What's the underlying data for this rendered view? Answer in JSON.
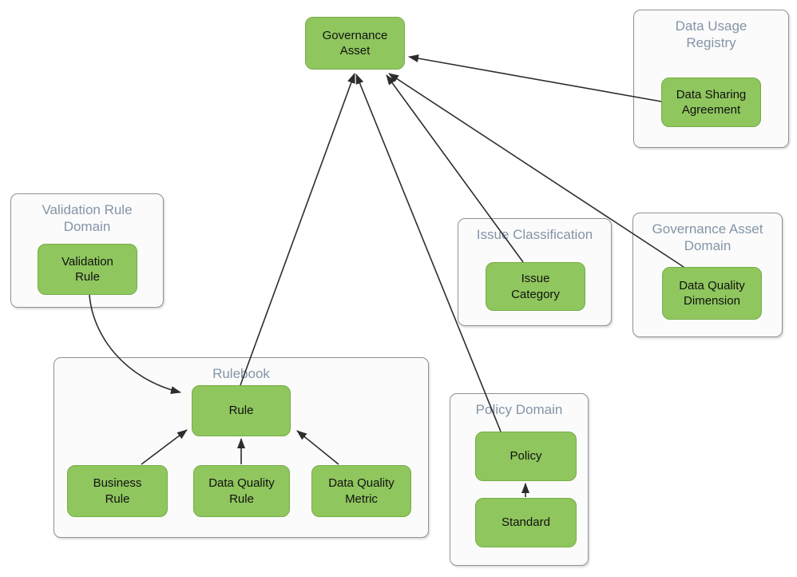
{
  "colors": {
    "node_fill": "#8fc65e",
    "node_border": "#77ad48",
    "node_text": "#111111",
    "group_fill": "#fbfbfb",
    "group_border": "#919191",
    "group_title_text": "#8494a6",
    "edge": "#2d2d2d"
  },
  "diagram": {
    "groups": [
      {
        "id": "data-usage-registry",
        "title": "Data Usage\nRegistry"
      },
      {
        "id": "validation-rule-domain",
        "title": "Validation Rule\nDomain"
      },
      {
        "id": "rulebook",
        "title": "Rulebook"
      },
      {
        "id": "issue-classification",
        "title": "Issue Classification"
      },
      {
        "id": "governance-asset-domain",
        "title": "Governance Asset\nDomain"
      },
      {
        "id": "policy-domain",
        "title": "Policy Domain"
      }
    ],
    "nodes": [
      {
        "id": "governance-asset",
        "label": "Governance\nAsset"
      },
      {
        "id": "data-sharing-agreement",
        "label": "Data Sharing\nAgreement"
      },
      {
        "id": "validation-rule",
        "label": "Validation\nRule"
      },
      {
        "id": "rule",
        "label": "Rule"
      },
      {
        "id": "business-rule",
        "label": "Business\nRule"
      },
      {
        "id": "data-quality-rule",
        "label": "Data Quality\nRule"
      },
      {
        "id": "data-quality-metric",
        "label": "Data Quality\nMetric"
      },
      {
        "id": "issue-category",
        "label": "Issue\nCategory"
      },
      {
        "id": "data-quality-dimension",
        "label": "Data Quality\nDimension"
      },
      {
        "id": "policy",
        "label": "Policy"
      },
      {
        "id": "standard",
        "label": "Standard"
      }
    ],
    "edges": [
      {
        "from": "data-sharing-agreement",
        "to": "governance-asset"
      },
      {
        "from": "rule",
        "to": "governance-asset"
      },
      {
        "from": "policy",
        "to": "governance-asset"
      },
      {
        "from": "issue-category",
        "to": "governance-asset"
      },
      {
        "from": "data-quality-dimension",
        "to": "governance-asset"
      },
      {
        "from": "validation-rule",
        "to": "rule"
      },
      {
        "from": "business-rule",
        "to": "rule"
      },
      {
        "from": "data-quality-rule",
        "to": "rule"
      },
      {
        "from": "data-quality-metric",
        "to": "rule"
      },
      {
        "from": "standard",
        "to": "policy"
      }
    ]
  }
}
